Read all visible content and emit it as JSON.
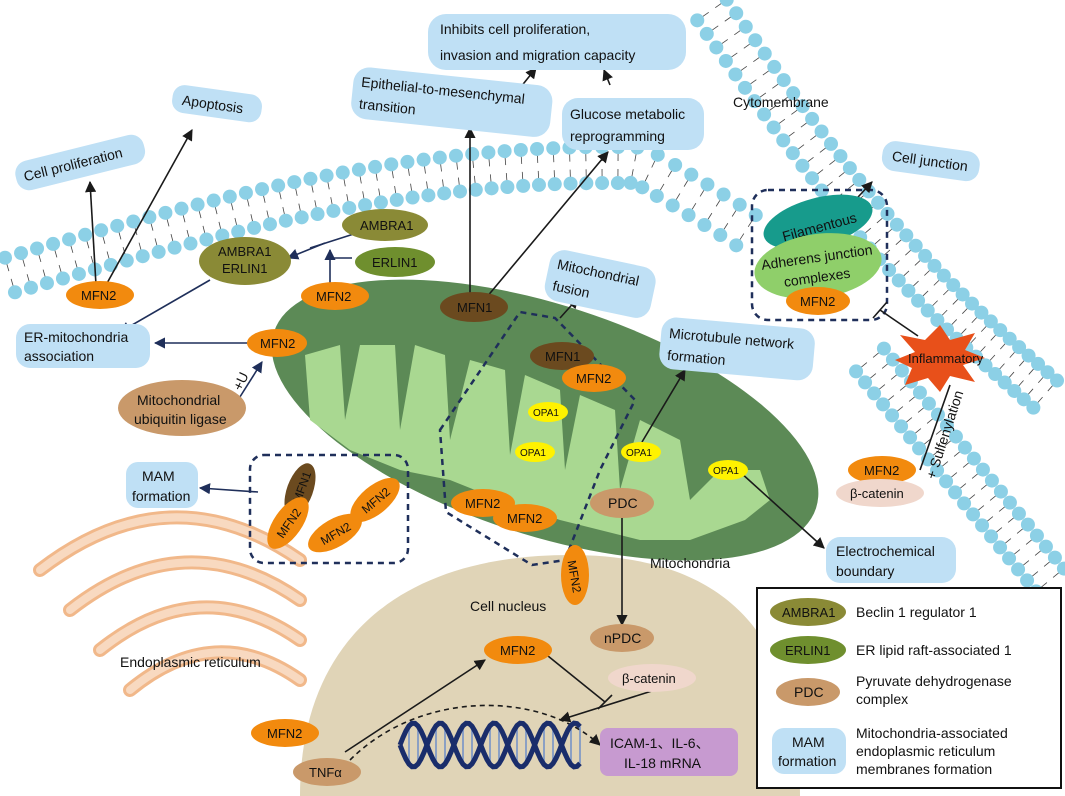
{
  "colors": {
    "membrane_head": "#8cd0e6",
    "mito_outer": "#5c8a56",
    "mito_inner": "#a9d891",
    "er": "#f1b88a",
    "nucleus": "#e0d4b7",
    "box": "#bfe0f5",
    "mfn": "#f28a0e",
    "ambra": "#8a8a36",
    "erlin": "#6f8f2e",
    "pdc": "#c9996a",
    "opa": "#fff200",
    "mfn1": "#6b4a1f",
    "filament": "#179b8c",
    "adherens": "#8fcf6a",
    "inflammatory": "#e8501a",
    "mrna": "#c79ad0"
  },
  "labels": {
    "inhibits_line1": "Inhibits cell proliferation,",
    "inhibits_line2": "invasion and migration capacity",
    "apoptosis": "Apoptosis",
    "cell_proliferation": "Cell proliferation",
    "emt_line1": "Epithelial-to-mesenchymal",
    "emt_line2": "transition",
    "glucose_line1": "Glucose metabolic",
    "glucose_line2": "reprogramming",
    "cytomembrane": "Cytomembrane",
    "cell_junction": "Cell junction",
    "filamentous": "Filamentous",
    "adherens_line1": "Adherens junction",
    "adherens_line2": "complexes",
    "ambra1": "AMBRA1",
    "erlin1": "ERLIN1",
    "mfn1": "MFN1",
    "mfn2": "MFN2",
    "mito_fusion_line1": "Mitochondrial",
    "mito_fusion_line2": "fusion",
    "er_mito_line1": "ER-mitochondria",
    "er_mito_line2": "association",
    "plus_u": "+U",
    "microtubule_line1": "Microtubule network",
    "microtubule_line2": "formation",
    "inflammatory": "Inflammatory",
    "ubiquitin_line1": "Mitochondrial",
    "ubiquitin_line2": "ubiquitin ligase",
    "opa1": "OPA1",
    "sulfenylation": "+ Sulfenylation",
    "mam_line1": "MAM",
    "mam_line2": "formation",
    "beta_catenin": "β-catenin",
    "pdc": "PDC",
    "mitochondria": "Mitochondria",
    "electro_line1": "Electrochemical",
    "electro_line2": "boundary",
    "cell_nucleus": "Cell nucleus",
    "npdc": "nPDC",
    "endoplasmic_reticulum": "Endoplasmic reticulum",
    "tnfa": "TNFα",
    "mrna_line1": "ICAM-1、IL-6、",
    "mrna_line2": "IL-18 mRNA"
  },
  "legend": [
    {
      "key": "AMBRA1",
      "desc_lines": [
        "Beclin 1 regulator 1"
      ],
      "kind": "ambra"
    },
    {
      "key": "ERLIN1",
      "desc_lines": [
        "ER lipid raft-associated 1"
      ],
      "kind": "erlin"
    },
    {
      "key": "PDC",
      "desc_lines": [
        "Pyruvate dehydrogenase",
        "complex"
      ],
      "kind": "pdc"
    },
    {
      "key_lines": [
        "MAM",
        "formation"
      ],
      "desc_lines": [
        "Mitochondria-associated",
        "endoplasmic reticulum",
        "membranes formation"
      ],
      "kind": "box"
    }
  ]
}
